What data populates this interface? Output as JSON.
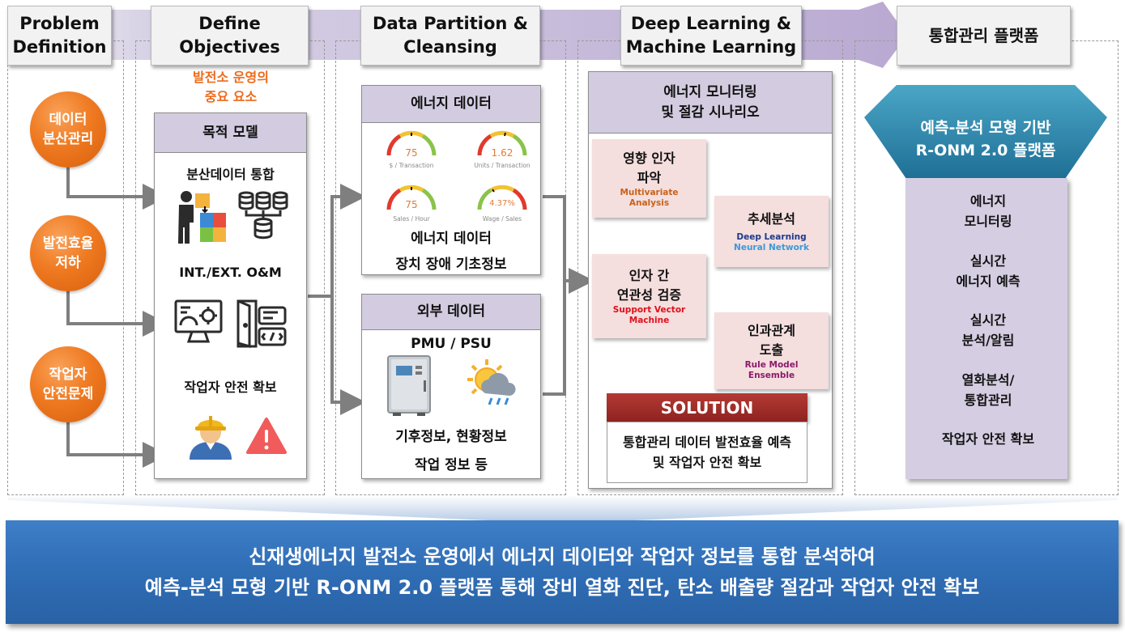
{
  "headers": [
    {
      "id": "problem",
      "label": "Problem\nDefinition"
    },
    {
      "id": "objectives",
      "label": "Define\nObjectives"
    },
    {
      "id": "partition",
      "label": "Data Partition &\nCleansing"
    },
    {
      "id": "learning",
      "label": "Deep Learning &\nMachine Learning"
    },
    {
      "id": "platform",
      "label": "통합관리 플랫폼"
    }
  ],
  "problems": [
    {
      "label": "데이터\n분산관리"
    },
    {
      "label": "발전효율\n저하"
    },
    {
      "label": "작업자\n안전문제"
    }
  ],
  "objectives": {
    "note": "발전소 운영의\n중요 요소",
    "panel_title": "목적 모델",
    "item1": "분산데이터 통합",
    "item2": "INT./EXT. O&M",
    "item3": "작업자 안전 확보"
  },
  "energy_data": {
    "title": "에너지 데이터",
    "gauges": [
      {
        "value": "75",
        "label": "$ / Transaction"
      },
      {
        "value": "1.62",
        "label": "Units / Transaction"
      },
      {
        "value": "75",
        "label": "Sales / Hour"
      },
      {
        "value": "4.37%",
        "label": "Wage / Sales"
      }
    ],
    "line1": "에너지 데이터",
    "line2": "장치 장애 기초정보"
  },
  "external_data": {
    "title": "외부 데이터",
    "subtitle": "PMU / PSU",
    "line1": "기후정보, 현황정보",
    "line2": "작업 정보 등"
  },
  "learning": {
    "title": "에너지 모니터링\n및 절감 시나리오",
    "steps": [
      {
        "k": "영향 인자\n파악",
        "e": "Multivariate\nAnalysis",
        "color": "#c8621a"
      },
      {
        "k": "추세분석",
        "e": "Deep Learning",
        "e2": "Neural Network",
        "color": "#1d3a8a",
        "color2": "#3a9ad9"
      },
      {
        "k": "인자 간\n연관성 검증",
        "e": "Support Vector\nMachine",
        "color": "#e0101a"
      },
      {
        "k": "인과관계\n도출",
        "e": "Rule Model\nEnsemble",
        "color": "#8b1a6b"
      }
    ],
    "solution_title": "SOLUTION",
    "solution_text": "통합관리 데이터 발전효율 예측\n및 작업자 안전 확보"
  },
  "platform": {
    "banner": "예측-분석 모형 기반\nR-ONM 2.0 플랫폼",
    "items": [
      "에너지\n모니터링",
      "실시간\n에너지 예측",
      "실시간\n분석/알림",
      "열화분석/\n통합관리",
      "작업자 안전 확보"
    ]
  },
  "summary": {
    "line1": "신재생에너지 발전소 운영에서 에너지 데이터와 작업자 정보를 통합 분석하여",
    "line2": "예측-분석 모형 기반 R-ONM 2.0 플랫폼 통해 장비 열화 진단, 탄소 배출량 절감과 작업자 안전 확보"
  },
  "colors": {
    "header_arrow": "#d6d0e4",
    "panel_header": "#d3cbe0",
    "orange": "#ef7a21",
    "solution": "#a8302c",
    "bottom_bar": "#2f6db5",
    "platform_banner": "#2f86a8"
  }
}
